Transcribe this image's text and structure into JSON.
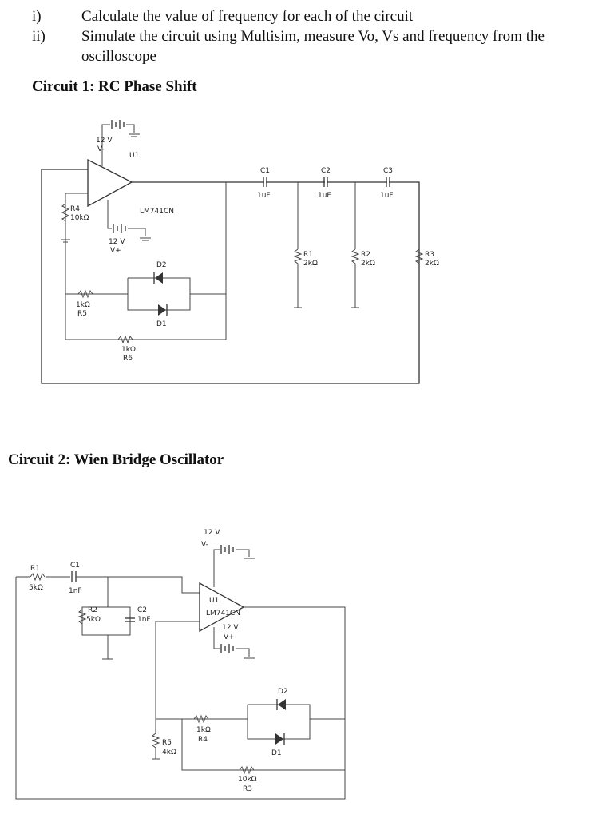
{
  "tasks": [
    {
      "num": "i)",
      "text": "Calculate the value of frequency for each of the circuit"
    },
    {
      "num": "ii)",
      "text": "Simulate the circuit using Multisim, measure Vo, Vs and frequency from the",
      "cont": "oscilloscope"
    }
  ],
  "circuit1": {
    "heading": "Circuit 1: RC Phase Shift",
    "labels": {
      "supply_top": "12 V",
      "supply_top_sub": "V-",
      "opamp_ref_top": "U1",
      "opamp_part": "LM741CN",
      "supply_bottom": "12 V",
      "supply_bottom_sub": "V+",
      "rf": "R4",
      "rf_val": "10kΩ",
      "c1": "C1",
      "c1_val": "1uF",
      "c2": "C2",
      "c2_val": "1uF",
      "c3": "C3",
      "c3_val": "1uF",
      "r1": "R1",
      "r1_val": "2kΩ",
      "r2": "R2",
      "r2_val": "2kΩ",
      "r3": "R3",
      "r3_val": "2kΩ",
      "d2": "D2",
      "d1": "D1",
      "r5_val": "1kΩ",
      "r5": "R5",
      "r6_val": "1kΩ",
      "r6": "R6"
    }
  },
  "circuit2": {
    "heading": "Circuit 2: Wien Bridge Oscillator",
    "labels": {
      "supply_top": "12 V",
      "supply_top_sub": "V-",
      "r1": "R1",
      "r1_val": "5kΩ",
      "c1": "C1",
      "c1_val": "1nF",
      "r2": "R2",
      "r2_val": "5kΩ",
      "c2": "C2",
      "c2_val": "1nF",
      "opamp_ref": "U1",
      "opamp_part": "LM741CN",
      "supply_bottom": "12 V",
      "supply_bottom_sub": "V+",
      "d2": "D2",
      "d1": "D1",
      "r4_val": "1kΩ",
      "r4": "R4",
      "r5": "R5",
      "r5_val": "4kΩ",
      "r3_val": "10kΩ",
      "r3": "R3"
    }
  }
}
